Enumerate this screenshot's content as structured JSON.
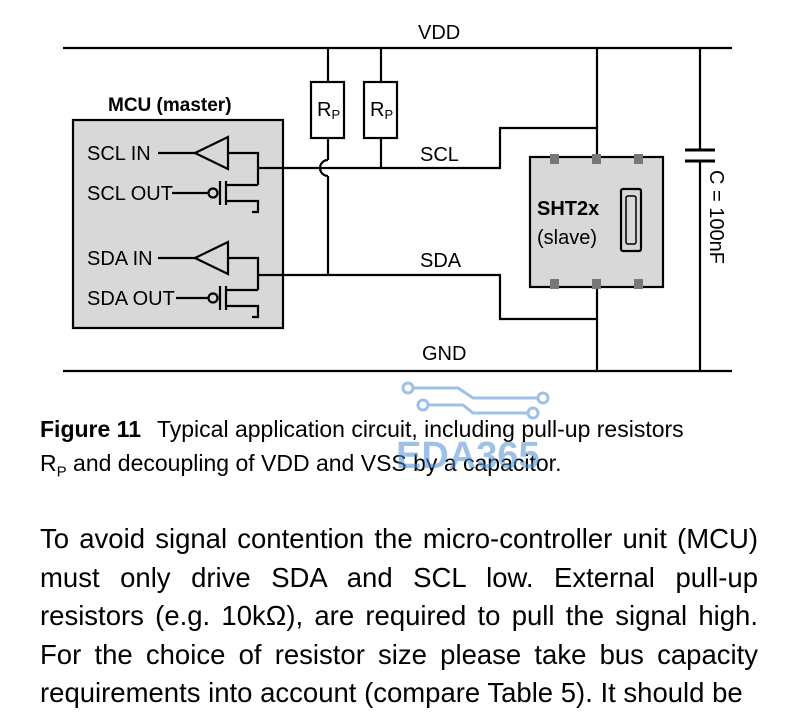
{
  "diagram": {
    "vdd_label": "VDD",
    "gnd_label": "GND",
    "scl_label": "SCL",
    "sda_label": "SDA",
    "resistor_label_main": "R",
    "resistor_label_sub": "P",
    "mcu_title": "MCU (master)",
    "mcu_pins": {
      "scl_in": "SCL IN",
      "scl_out": "SCL OUT",
      "sda_in": "SDA IN",
      "sda_out": "SDA OUT"
    },
    "sensor_name": "SHT2x",
    "sensor_role": "(slave)",
    "capacitor_label": "C = 100nF"
  },
  "caption": {
    "figure_label": "Figure 11",
    "line1_text": "Typical application circuit, including pull-up resistors",
    "line2_main": "R",
    "line2_sub": "P",
    "line2_text": " and decoupling of VDD and VSS by a capacitor."
  },
  "body": {
    "paragraph": "To avoid signal contention the micro-controller unit (MCU) must only drive SDA and SCL low. External pull-up resistors (e.g. 10kΩ), are required to pull the signal high. For the choice of resistor size please take bus capacity requirements into account (compare Table 5). It should be"
  },
  "watermark": {
    "text": "EDA365",
    "color": "#4e8fd4"
  }
}
